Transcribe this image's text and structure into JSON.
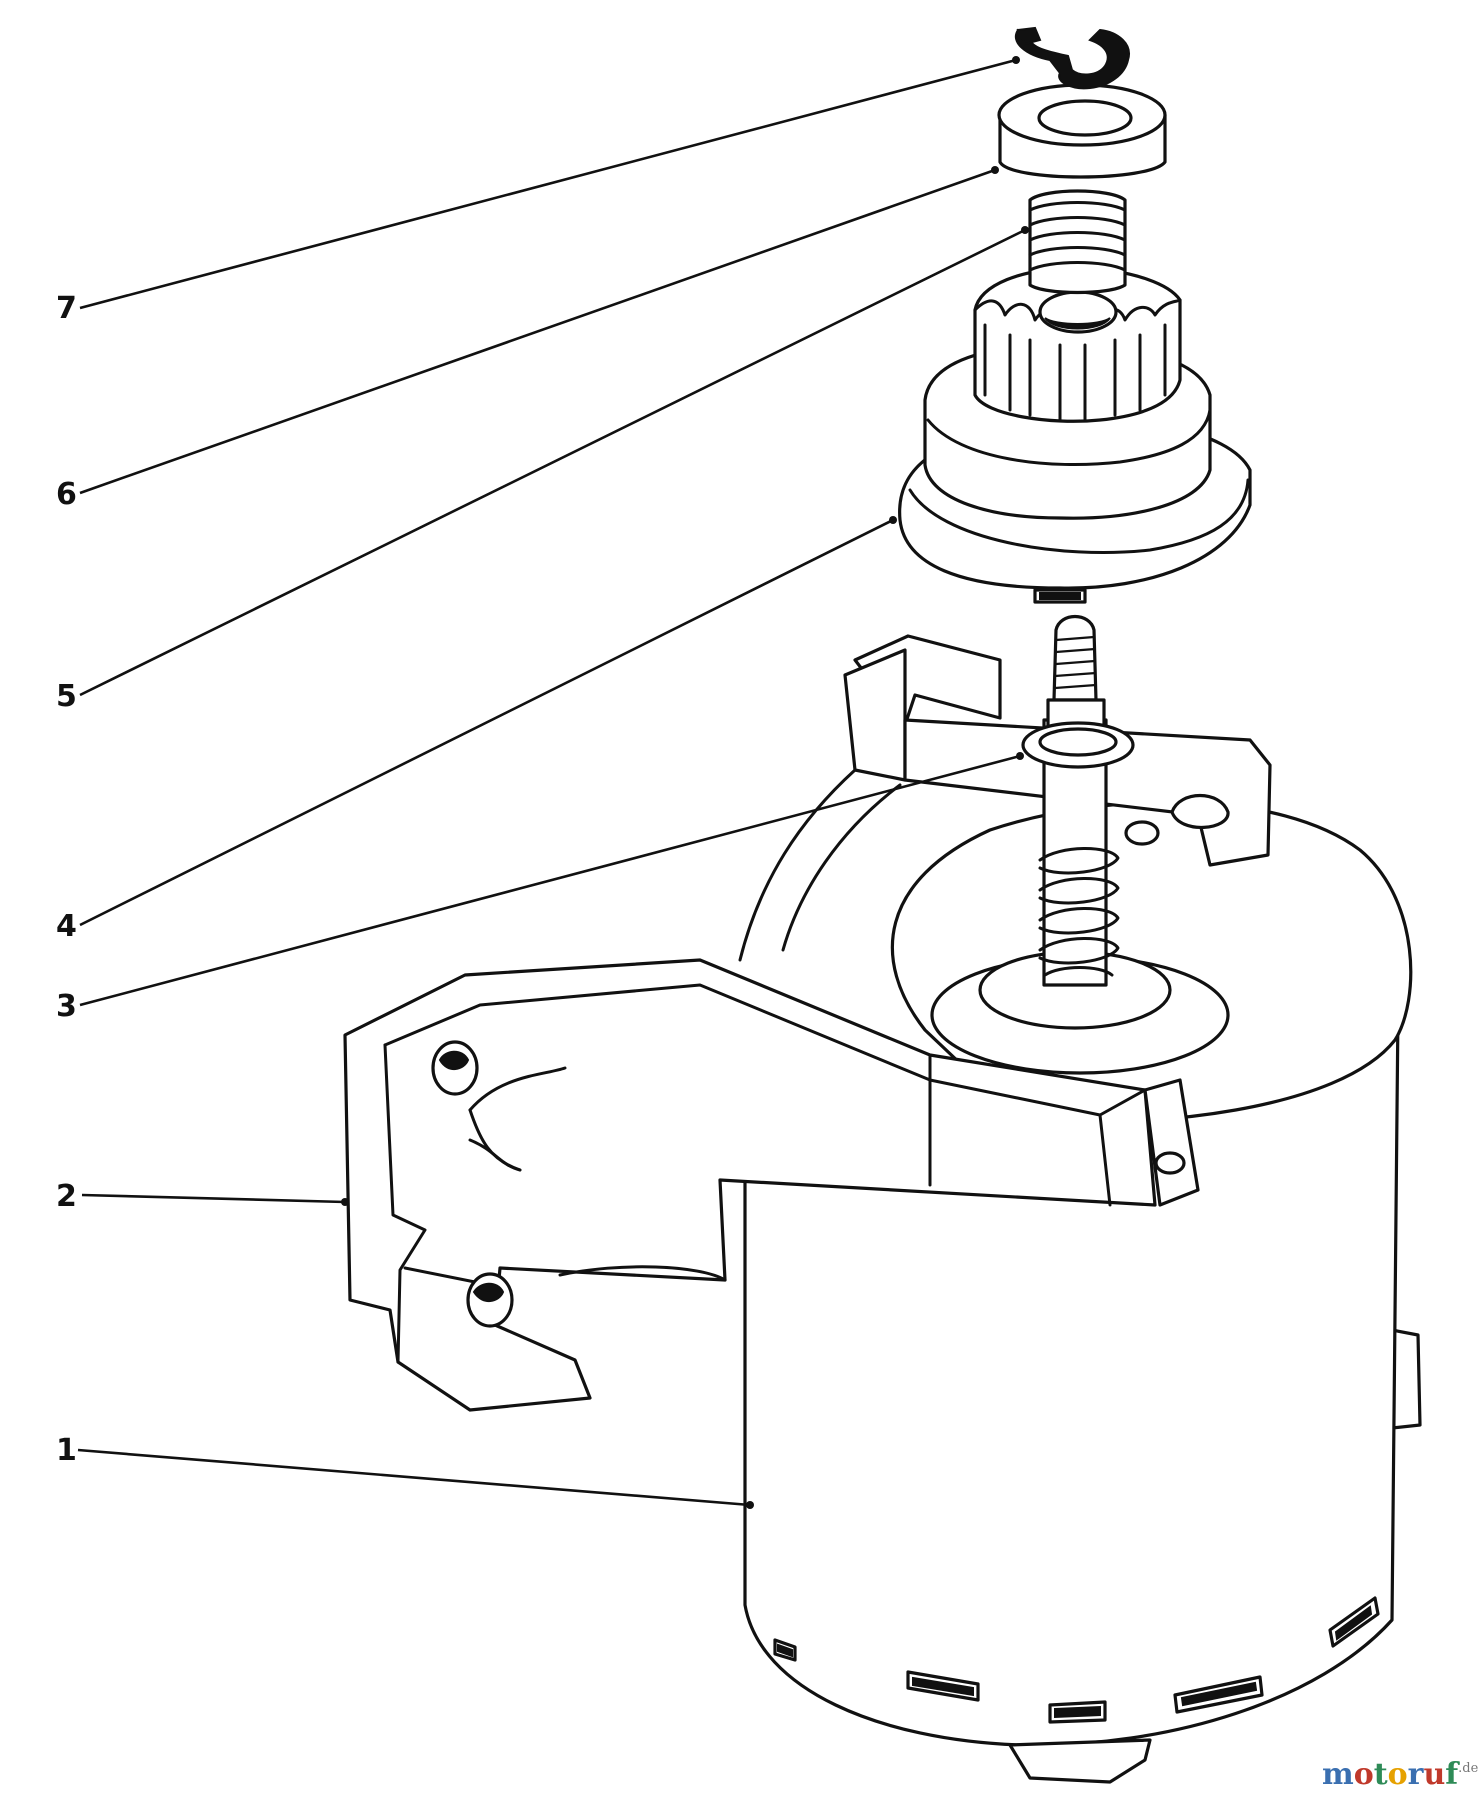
{
  "callouts": [
    {
      "number": "1",
      "part": "starter-motor"
    },
    {
      "number": "2",
      "part": "mounting-bracket"
    },
    {
      "number": "3",
      "part": "washer"
    },
    {
      "number": "4",
      "part": "pinion-gear"
    },
    {
      "number": "5",
      "part": "spring"
    },
    {
      "number": "6",
      "part": "retainer-cup"
    },
    {
      "number": "7",
      "part": "e-clip"
    }
  ],
  "watermark": {
    "letters": [
      "m",
      "o",
      "t",
      "o",
      "r",
      "u",
      "f"
    ],
    "suffix": ".de",
    "colors": [
      "#3a6fb0",
      "#c0392b",
      "#2e8b57",
      "#e6a100",
      "#3a6fb0",
      "#c0392b",
      "#2e8b57"
    ],
    "suffix_color": "#777777"
  }
}
